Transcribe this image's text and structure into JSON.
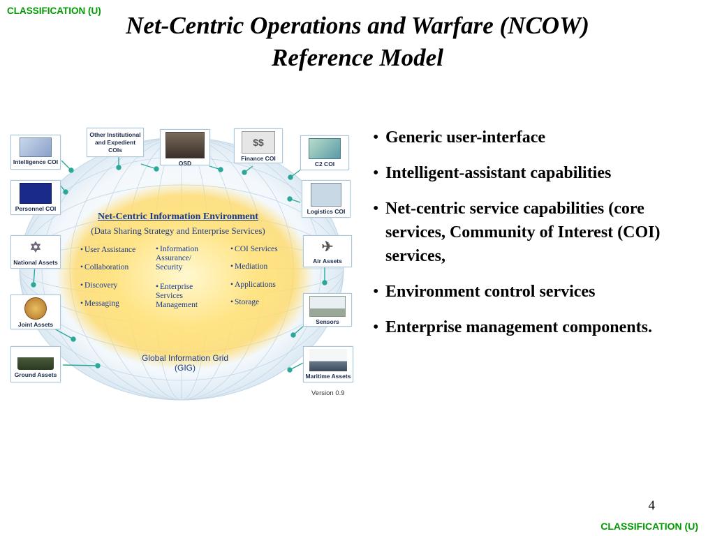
{
  "classification_top": "CLASSIFICATION (U)",
  "classification_bottom": "CLASSIFICATION (U)",
  "title_line1": "Net-Centric Operations and Warfare (NCOW)",
  "title_line2": "Reference Model",
  "page_number": "4",
  "bullets": [
    "Generic user-interface",
    "Intelligent-assistant capabilities",
    "Net-centric service capabilities (core services, Community of Interest (COI) services,",
    "Environment control services",
    "Enterprise management components."
  ],
  "diagram": {
    "nce_title": "Net-Centric Information Environment",
    "nce_subtitle": "(Data Sharing Strategy and Enterprise Services)",
    "services_left": [
      "User Assistance",
      "Collaboration",
      "Discovery",
      "Messaging"
    ],
    "services_mid_1": "Information Assurance/ Security",
    "services_mid_2": "Enterprise Services Management",
    "services_right": [
      "COI Services",
      "Mediation",
      "Applications",
      "Storage"
    ],
    "gig_line1": "Global Information Grid",
    "gig_line2": "(GIG)",
    "version": "Version 0.9",
    "nodes": {
      "intelligence": "Intelligence COI",
      "other": "Other Institutional and Expedient COIs",
      "osd": "OSD",
      "finance": "Finance COI",
      "c2": "C2 COI",
      "personnel": "Personnel COI",
      "logistics": "Logistics COI",
      "national": "National Assets",
      "air": "Air Assets",
      "joint": "Joint Assets",
      "sensors": "Sensors",
      "ground": "Ground Assets",
      "maritime": "Maritime Assets"
    },
    "colors": {
      "glow": "#ffd860",
      "grid": "#b8cde0",
      "link": "#2aa898",
      "text": "#1a3a8c"
    }
  }
}
